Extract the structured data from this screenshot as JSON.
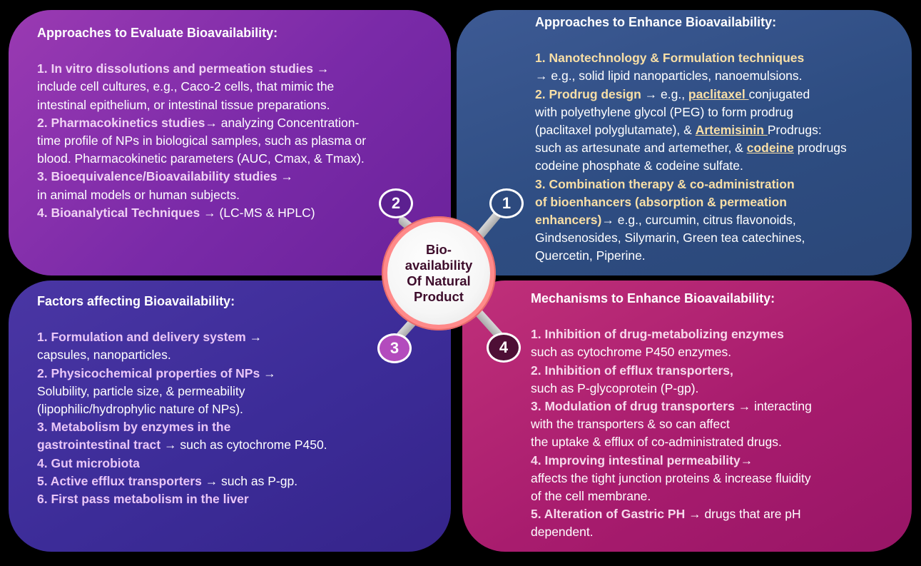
{
  "center": {
    "label": "Bio-\navailability\nOf Natural\nProduct"
  },
  "badges": {
    "one": "1",
    "two": "2",
    "three": "3",
    "four": "4"
  },
  "evaluate": {
    "title": "Approaches to Evaluate Bioavailability:",
    "lines": [
      {
        "b": "1. In vitro dissolutions and permeation studies",
        "t": " → "
      },
      {
        "t": "include cell cultures, e.g., Caco-2 cells, that mimic the"
      },
      {
        "t": "intestinal epithelium, or intestinal tissue preparations."
      },
      {
        "b": "2. Pharmacokinetics studies",
        "t": "→ analyzing Concentration-"
      },
      {
        "t": "time profile of NPs in biological samples, such as plasma or"
      },
      {
        "t": "blood. Pharmacokinetic parameters (AUC, Cmax, & Tmax)."
      },
      {
        "b": "3. Bioequivalence/Bioavailability studies",
        "t": " →"
      },
      {
        "t": " in animal models or human subjects."
      },
      {
        "b": "4. Bioanalytical Techniques",
        "t": " → (LC-MS & HPLC)"
      }
    ]
  },
  "enhance": {
    "title": "Approaches to Enhance Bioavailability:",
    "l1": {
      "b": "1. Nanotechnology & Formulation techniques"
    },
    "l2": {
      "t": "→ e.g., solid lipid nanoparticles, nanoemulsions."
    },
    "l3": {
      "b": "2. Prodrug design",
      "t1": " → e.g., ",
      "u": "paclitaxel ",
      "t2": "conjugated"
    },
    "l4": {
      "t": "with polyethylene glycol (PEG) to form prodrug"
    },
    "l5": {
      "t1": "(paclitaxel polyglutamate), & ",
      "u": "Artemisinin ",
      "t2": "Prodrugs:"
    },
    "l6": {
      "t1": "such as artesunate and artemether, & ",
      "u": "codeine",
      "t2": " prodrugs"
    },
    "l7": {
      "t": "codeine phosphate & codeine sulfate."
    },
    "l8": {
      "b": "3. Combination therapy & co-administration"
    },
    "l9": {
      "b": "of bioenhancers (absorption & permeation"
    },
    "l10": {
      "b": "enhancers)",
      "t": "→ e.g., curcumin, citrus flavonoids,"
    },
    "l11": {
      "t": "Gindsenosides, Silymarin, Green tea catechines,"
    },
    "l12": {
      "t": "Quercetin, Piperine."
    }
  },
  "factors": {
    "title": "Factors affecting Bioavailability:",
    "lines": [
      {
        "b": "1. Formulation and delivery system",
        "t": " →"
      },
      {
        "t": "capsules, nanoparticles."
      },
      {
        "b": "2. Physicochemical properties of NPs",
        "t": " →"
      },
      {
        "t": " Solubility, particle size, & permeability"
      },
      {
        "t": "(lipophilic/hydrophylic nature of NPs)."
      },
      {
        "b": "3. Metabolism by enzymes in the"
      },
      {
        "b": "gastrointestinal tract",
        "t": " → such as cytochrome P450."
      },
      {
        "b": "4. Gut microbiota"
      },
      {
        "b": "5. Active efflux transporters",
        "t": " → such as P-gp."
      },
      {
        "b": "6. First pass metabolism in the liver"
      }
    ]
  },
  "mechanisms": {
    "title": "Mechanisms to Enhance Bioavailability:",
    "lines": [
      {
        "b": "1. Inhibition of drug-metabolizing enzymes"
      },
      {
        "t": "such as cytochrome P450 enzymes."
      },
      {
        "b": "2. Inhibition of efflux transporters,"
      },
      {
        "t": "such as P-glycoprotein (P-gp)."
      },
      {
        "b": "3. Modulation of drug transporters",
        "t": " → interacting"
      },
      {
        "t": "with the transporters & so can affect"
      },
      {
        "t": "the uptake & efflux of co-administrated drugs."
      },
      {
        "b": "4. Improving intestinal permeability",
        "t": "→"
      },
      {
        "t": "affects the tight junction proteins & increase fluidity"
      },
      {
        "t": " of the cell membrane."
      },
      {
        "b": "5. Alteration of Gastric PH",
        "t": " → drugs that are pH"
      },
      {
        "t": "dependent."
      }
    ]
  }
}
